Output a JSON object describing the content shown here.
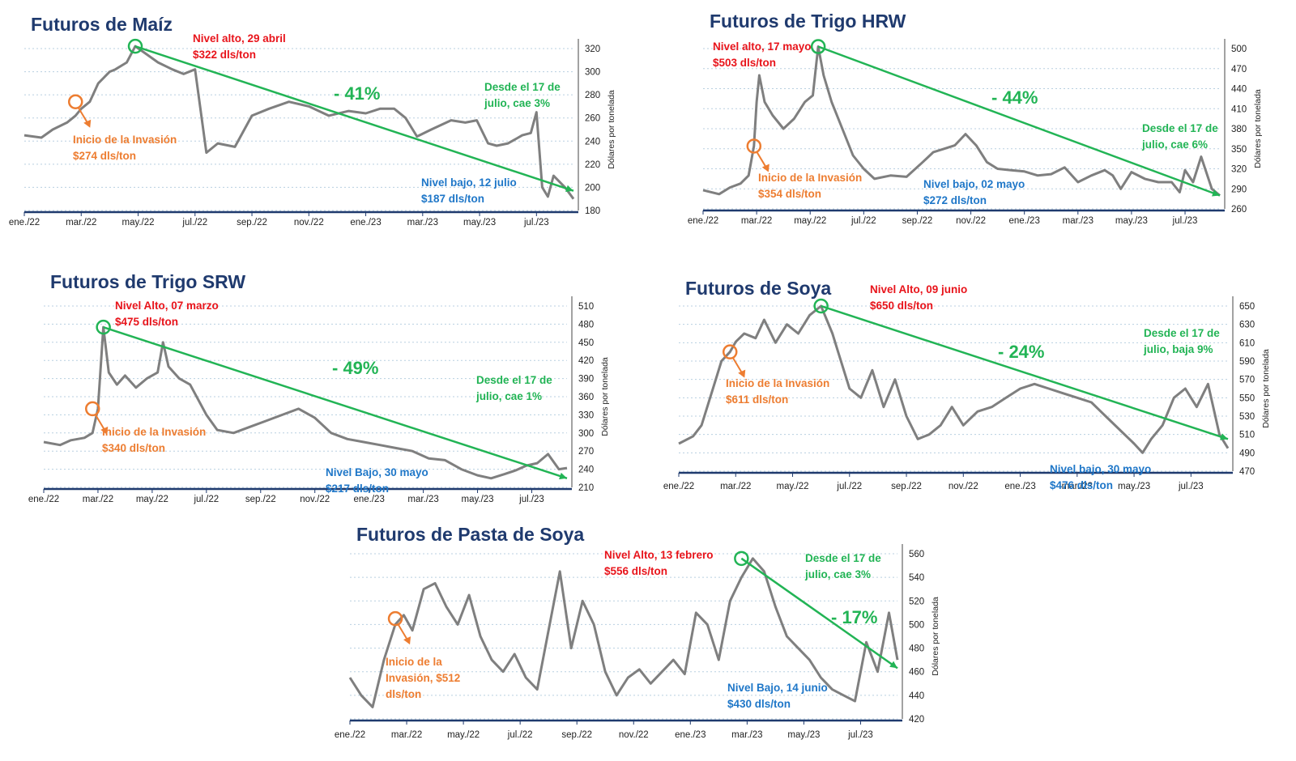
{
  "colors": {
    "title": "#1f3a6e",
    "line": "#7f7f7f",
    "trend": "#22b455",
    "high": "#e8141b",
    "invasion": "#ed7d31",
    "low": "#1f77c8",
    "axis": "#1f3a6e",
    "grid": "#b8cfe0"
  },
  "ylabel": "Dólares por tonelada",
  "chart_data": [
    {
      "type": "line",
      "title": "Futuros de Maíz",
      "ylabel": "Dólares por tonelada",
      "ylim": [
        180,
        320
      ],
      "yticks": [
        180,
        200,
        220,
        240,
        260,
        280,
        300,
        320
      ],
      "xticks": [
        "ene./22",
        "mar./22",
        "may./22",
        "jul./22",
        "sep./22",
        "nov./22",
        "ene./23",
        "mar./23",
        "may./23",
        "jul./23"
      ],
      "x_range": [
        0,
        19.3
      ],
      "series": [
        {
          "x": [
            0,
            0.6,
            1.0,
            1.5,
            1.8,
            2.0,
            2.3,
            2.6,
            3.0,
            3.2,
            3.6,
            3.9,
            4.3,
            4.7,
            5.2,
            5.6,
            6.0,
            6.4,
            6.8,
            7.4,
            8.0,
            8.6,
            9.3,
            10.0,
            10.7,
            11.4,
            12.0,
            12.5,
            13.0,
            13.4,
            13.8,
            14.3,
            15.0,
            15.5,
            15.9,
            16.3,
            16.6,
            17.0,
            17.5,
            17.8,
            18.0,
            18.2,
            18.4,
            18.6,
            19.0,
            19.3
          ],
          "y": [
            245,
            243,
            250,
            256,
            262,
            268,
            274,
            290,
            300,
            302,
            308,
            322,
            315,
            308,
            302,
            298,
            302,
            230,
            238,
            235,
            262,
            268,
            274,
            270,
            262,
            266,
            264,
            268,
            268,
            260,
            244,
            250,
            258,
            256,
            258,
            238,
            236,
            238,
            245,
            247,
            265,
            200,
            192,
            210,
            200,
            190
          ]
        }
      ],
      "high": {
        "x": 3.9,
        "y": 322,
        "label": [
          "Nivel alto, 29 abril",
          "$322 dls/ton"
        ]
      },
      "invasion": {
        "x": 1.8,
        "y": 274,
        "label": [
          "Inicio de la Invasión",
          "$274 dls/ton"
        ]
      },
      "low": {
        "label": [
          "Nivel bajo, 12 julio",
          "$187 dls/ton"
        ]
      },
      "trend": {
        "x": [
          3.9,
          19.3
        ],
        "y": [
          322,
          197
        ],
        "label": "- 41%"
      },
      "note": [
        "Desde el 17 de",
        "julio, cae 3%"
      ]
    },
    {
      "type": "line",
      "title": "Futuros de Trigo HRW",
      "ylabel": "Dólares por tonelada",
      "ylim": [
        260,
        500
      ],
      "yticks": [
        260,
        290,
        320,
        350,
        380,
        410,
        440,
        470,
        500
      ],
      "xticks": [
        "ene./22",
        "mar./22",
        "may./22",
        "jul./22",
        "sep./22",
        "nov./22",
        "ene./23",
        "mar./23",
        "may./23",
        "jul./23"
      ],
      "x_range": [
        0,
        19.3
      ],
      "series": [
        {
          "x": [
            0,
            0.6,
            1.0,
            1.4,
            1.7,
            1.9,
            2.0,
            2.1,
            2.3,
            2.6,
            3.0,
            3.4,
            3.8,
            4.1,
            4.3,
            4.5,
            4.8,
            5.2,
            5.6,
            6.0,
            6.4,
            7.0,
            7.6,
            8.2,
            8.6,
            9.0,
            9.4,
            9.8,
            10.2,
            10.6,
            11.0,
            11.5,
            12.0,
            12.5,
            13.0,
            13.5,
            14.0,
            14.5,
            15.0,
            15.3,
            15.6,
            16.0,
            16.5,
            17.0,
            17.5,
            17.8,
            18.0,
            18.3,
            18.6,
            19.0,
            19.3
          ],
          "y": [
            288,
            282,
            292,
            298,
            310,
            354,
            420,
            460,
            420,
            400,
            380,
            395,
            420,
            430,
            503,
            460,
            420,
            380,
            340,
            320,
            305,
            310,
            308,
            330,
            345,
            350,
            355,
            372,
            355,
            330,
            320,
            318,
            316,
            310,
            312,
            322,
            300,
            310,
            318,
            310,
            290,
            315,
            305,
            300,
            300,
            285,
            318,
            300,
            338,
            290,
            280
          ]
        }
      ],
      "high": {
        "x": 4.3,
        "y": 503,
        "label": [
          "Nivel alto, 17 mayo",
          "$503 dls/ton"
        ]
      },
      "invasion": {
        "x": 1.9,
        "y": 354,
        "label": [
          "Inicio de la Invasión",
          "$354 dls/ton"
        ]
      },
      "low": {
        "label": [
          "Nivel bajo, 02 mayo",
          "$272 dls/ton"
        ]
      },
      "trend": {
        "x": [
          4.3,
          19.3
        ],
        "y": [
          503,
          280
        ],
        "label": "- 44%"
      },
      "note": [
        "Desde el 17 de",
        "julio, cae 6%"
      ]
    },
    {
      "type": "line",
      "title": "Futuros de Trigo SRW",
      "ylabel": "Dólares por tonelada",
      "ylim": [
        210,
        510
      ],
      "yticks": [
        210,
        240,
        270,
        300,
        330,
        360,
        390,
        420,
        450,
        480,
        510
      ],
      "xticks": [
        "ene./22",
        "mar./22",
        "may./22",
        "jul./22",
        "sep./22",
        "nov./22",
        "ene./23",
        "mar./23",
        "may./23",
        "jul./23"
      ],
      "x_range": [
        0,
        19.3
      ],
      "series": [
        {
          "x": [
            0,
            0.6,
            1.0,
            1.5,
            1.8,
            2.0,
            2.2,
            2.4,
            2.7,
            3.0,
            3.4,
            3.8,
            4.2,
            4.4,
            4.6,
            5.0,
            5.4,
            6.0,
            6.4,
            7.0,
            7.6,
            8.2,
            8.8,
            9.4,
            10.0,
            10.6,
            11.2,
            11.8,
            12.4,
            13.0,
            13.6,
            14.2,
            14.8,
            15.4,
            16.0,
            16.5,
            17.0,
            17.4,
            17.8,
            18.2,
            18.6,
            19.0,
            19.3
          ],
          "y": [
            285,
            280,
            288,
            292,
            300,
            340,
            475,
            400,
            380,
            395,
            375,
            390,
            400,
            450,
            410,
            390,
            380,
            330,
            305,
            300,
            310,
            320,
            330,
            340,
            325,
            300,
            290,
            285,
            280,
            275,
            270,
            258,
            255,
            240,
            230,
            225,
            232,
            238,
            246,
            250,
            265,
            240,
            242
          ]
        }
      ],
      "high": {
        "x": 2.2,
        "y": 475,
        "label": [
          "Nivel Alto, 07 marzo",
          "$475 dls/ton"
        ]
      },
      "invasion": {
        "x": 1.8,
        "y": 340,
        "label": [
          "Inicio de la Invasión",
          "$340 dls/ton"
        ]
      },
      "low": {
        "label": [
          "Nivel Bajo, 30 mayo",
          "$217 dls/ton"
        ]
      },
      "trend": {
        "x": [
          2.2,
          19.3
        ],
        "y": [
          475,
          225
        ],
        "label": "- 49%"
      },
      "note": [
        "Desde el 17 de",
        "julio, cae 1%"
      ]
    },
    {
      "type": "line",
      "title": "Futuros de Soya",
      "ylabel": "Dólares por tonelada",
      "ylim": [
        470,
        650
      ],
      "yticks": [
        470,
        490,
        510,
        530,
        550,
        570,
        590,
        610,
        630,
        650
      ],
      "xticks": [
        "ene./22",
        "mar./22",
        "may./22",
        "jul./22",
        "sep./22",
        "nov./22",
        "ene./23",
        "mar./23",
        "may./23",
        "jul./23"
      ],
      "x_range": [
        0,
        19.3
      ],
      "series": [
        {
          "x": [
            0,
            0.5,
            0.8,
            1.2,
            1.5,
            1.8,
            2.0,
            2.3,
            2.7,
            3.0,
            3.4,
            3.8,
            4.2,
            4.6,
            5.0,
            5.2,
            5.4,
            5.6,
            6.0,
            6.4,
            6.8,
            7.2,
            7.6,
            8.0,
            8.4,
            8.8,
            9.2,
            9.6,
            10.0,
            10.5,
            11.0,
            11.5,
            12.0,
            12.5,
            13.0,
            13.5,
            14.0,
            14.5,
            15.0,
            15.5,
            16.0,
            16.3,
            16.6,
            17.0,
            17.4,
            17.8,
            18.2,
            18.6,
            19.0,
            19.3
          ],
          "y": [
            500,
            508,
            520,
            560,
            590,
            600,
            611,
            620,
            615,
            635,
            610,
            630,
            620,
            640,
            650,
            635,
            620,
            600,
            560,
            550,
            580,
            540,
            570,
            530,
            505,
            510,
            520,
            540,
            520,
            535,
            540,
            550,
            560,
            565,
            560,
            555,
            550,
            545,
            530,
            515,
            500,
            490,
            505,
            520,
            550,
            560,
            540,
            565,
            510,
            495
          ]
        }
      ],
      "high": {
        "x": 5.0,
        "y": 650,
        "label": [
          "Nivel Alto, 09 junio",
          "$650 dls/ton"
        ]
      },
      "invasion": {
        "x": 1.8,
        "y": 600,
        "label": [
          "Inicio de la Invasión",
          "$611 dls/ton"
        ]
      },
      "low": {
        "label": [
          "Nivel bajo, 30 mayo",
          "$476 dls/ton"
        ]
      },
      "trend": {
        "x": [
          5.0,
          19.3
        ],
        "y": [
          650,
          505
        ],
        "label": "- 24%"
      },
      "note": [
        "Desde el 17 de",
        "julio, baja 9%"
      ]
    },
    {
      "type": "line",
      "title": "Futuros de Pasta de Soya",
      "ylabel": "Dólares por tonelada",
      "ylim": [
        420,
        560
      ],
      "yticks": [
        420,
        440,
        460,
        480,
        500,
        520,
        540,
        560
      ],
      "xticks": [
        "ene./22",
        "mar./22",
        "may./22",
        "jul./22",
        "sep./22",
        "nov./22",
        "ene./23",
        "mar./23",
        "may./23",
        "jul./23"
      ],
      "x_range": [
        0,
        19.3
      ],
      "series": [
        {
          "x": [
            0,
            0.4,
            0.8,
            1.2,
            1.6,
            1.9,
            2.2,
            2.6,
            3.0,
            3.4,
            3.8,
            4.2,
            4.6,
            5.0,
            5.4,
            5.8,
            6.2,
            6.6,
            7.0,
            7.4,
            7.8,
            8.2,
            8.6,
            9.0,
            9.4,
            9.8,
            10.2,
            10.6,
            11.0,
            11.4,
            11.8,
            12.2,
            12.6,
            13.0,
            13.4,
            13.8,
            14.2,
            14.6,
            15.0,
            15.4,
            15.8,
            16.2,
            16.6,
            17.0,
            17.4,
            17.8,
            18.2,
            18.6,
            19.0,
            19.3
          ],
          "y": [
            455,
            440,
            430,
            470,
            500,
            508,
            495,
            530,
            535,
            515,
            500,
            525,
            490,
            470,
            460,
            475,
            455,
            445,
            495,
            545,
            480,
            520,
            500,
            460,
            440,
            455,
            462,
            450,
            460,
            470,
            458,
            510,
            500,
            470,
            520,
            540,
            556,
            545,
            515,
            490,
            480,
            470,
            455,
            445,
            440,
            435,
            485,
            460,
            510,
            470
          ]
        }
      ],
      "high": {
        "x": 13.8,
        "y": 556,
        "label": [
          "Nivel Alto, 13 febrero",
          "$556 dls/ton"
        ]
      },
      "invasion": {
        "x": 1.6,
        "y": 505,
        "label": [
          "Inicio de la",
          "Invasión, $512",
          "dls/ton"
        ]
      },
      "low": {
        "label": [
          "Nivel Bajo, 14 junio",
          "$430 dls/ton"
        ]
      },
      "trend": {
        "x": [
          13.8,
          19.3
        ],
        "y": [
          556,
          463
        ],
        "label": "- 17%"
      },
      "note": [
        "Desde el 17 de",
        "julio, cae 3%"
      ]
    }
  ]
}
